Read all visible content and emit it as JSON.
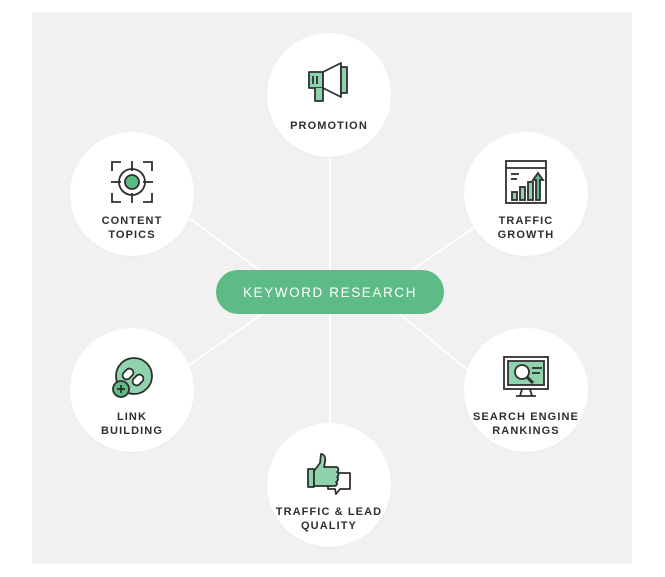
{
  "center": {
    "label": "KEYWORD RESEARCH"
  },
  "nodes": {
    "promotion": {
      "label": "PROMOTION",
      "icon": "megaphone-icon"
    },
    "content_topics": {
      "label": "CONTENT\nTOPICS",
      "icon": "target-icon"
    },
    "traffic_growth": {
      "label": "TRAFFIC\nGROWTH",
      "icon": "growth-chart-icon"
    },
    "link_building": {
      "label": "LINK\nBUILDING",
      "icon": "link-icon"
    },
    "search_rankings": {
      "label": "SEARCH ENGINE\nRANKINGS",
      "icon": "monitor-search-icon"
    },
    "lead_quality": {
      "label": "TRAFFIC & LEAD\nQUALITY",
      "icon": "thumbs-up-icon"
    }
  },
  "colors": {
    "accent": "#5dbb85",
    "accent_light": "#8fd3ad",
    "background": "#f1f1f1",
    "node_fill": "#ffffff",
    "text": "#2f2f2f",
    "connector": "#ffffff"
  }
}
